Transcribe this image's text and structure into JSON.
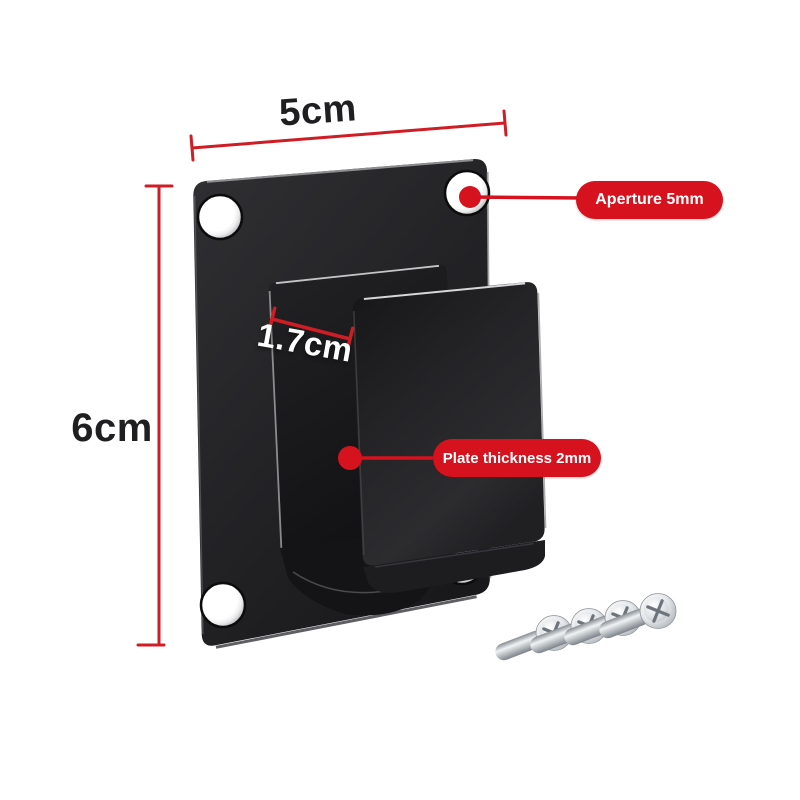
{
  "dimensions": {
    "width_label": "5cm",
    "height_label": "6cm",
    "depth_label": "1.7cm"
  },
  "callouts": {
    "aperture": "Aperture 5mm",
    "plate_thickness": "Plate thickness 2mm"
  },
  "colors": {
    "annotation_red": "#d6121e",
    "dimension_line_red": "#cf1d26",
    "label_text": "#1f1f22",
    "callout_text": "#ffffff",
    "plate_dark": "#232325",
    "background": "#ffffff",
    "screw_silver": "#c3c8cc"
  },
  "hardware": {
    "screw_count": 4
  }
}
